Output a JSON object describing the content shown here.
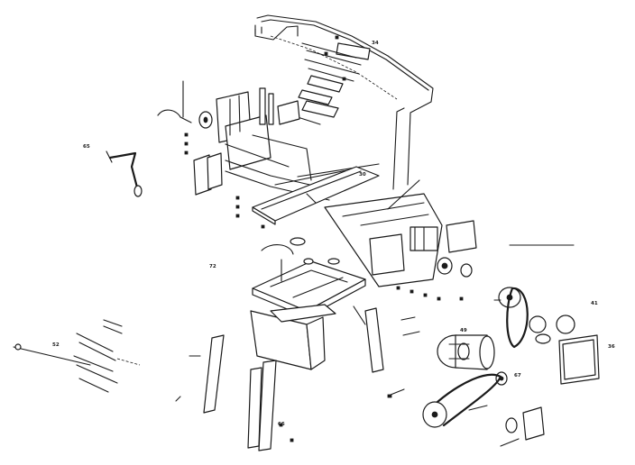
{
  "callouts": {
    "main_frame_label": "30",
    "belt_guard_label": "41",
    "motor_label": "49",
    "leg_stand_label": "66",
    "handle_label": "65",
    "hardware_set_label": "52",
    "table_label": "72",
    "upper_assembly_label": "34",
    "pulley_label": "67",
    "belt_label": "36"
  }
}
